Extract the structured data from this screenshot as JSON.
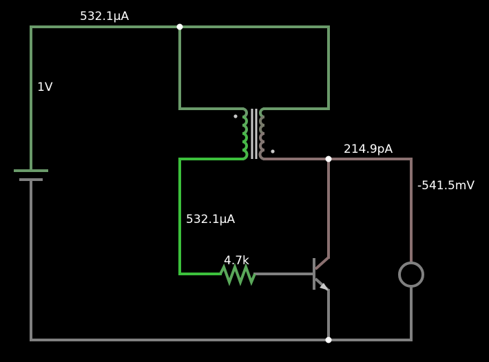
{
  "colors": {
    "background": "#000000",
    "wire_top": "#6a9a6a",
    "wire_ground": "#808080",
    "wire_green": "#3cc03c",
    "wire_collector": "#8a7070",
    "text": "#ffffff",
    "node": "#ffffff",
    "transformer_core": "#c8c8c8"
  },
  "labels": {
    "top_current": "532.1µA",
    "battery_voltage": "1V",
    "collector_current": "214.9pA",
    "meter_voltage": "-541.5mV",
    "base_current": "532.1µA",
    "resistor_value": "4.7k"
  },
  "components": {
    "battery": "battery-icon",
    "transformer": "transformer-icon",
    "resistor": "resistor-icon",
    "transistor": "npn-transistor-icon",
    "voltmeter": "voltmeter-icon"
  }
}
